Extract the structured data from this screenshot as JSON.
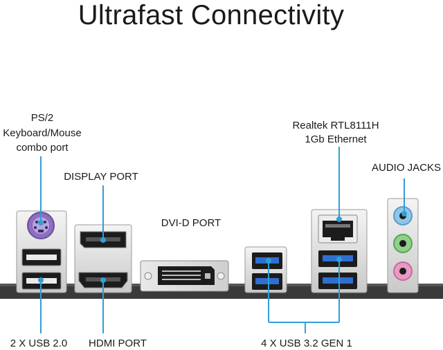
{
  "title": "Ultrafast Connectivity",
  "labels": {
    "ps2_line1": "PS/2",
    "ps2_line2": "Keyboard/Mouse",
    "ps2_line3": "combo port",
    "display_port": "DISPLAY PORT",
    "dvi_d_port": "DVI-D PORT",
    "ethernet_line1": "Realtek RTL8111H",
    "ethernet_line2": "1Gb Ethernet",
    "audio_jacks": "AUDIO JACKS",
    "usb20": "2 X USB 2.0",
    "hdmi_port": "HDMI PORT",
    "usb32": "4 X USB 3.2 GEN 1"
  },
  "colors": {
    "callout_line": "#2f9fd6",
    "ps2_port": "#9b79c9",
    "usb3_blue": "#2f6fd0",
    "audio_blue": "#8fc6e8",
    "audio_green": "#8fd08a",
    "audio_pink": "#e99ac4",
    "metal": "#d9d9d9",
    "dark_port": "#1c1c1c"
  },
  "icons": [
    "ps2-port-icon",
    "usb-port-icon",
    "displayport-icon",
    "hdmi-port-icon",
    "dvi-port-icon",
    "ethernet-port-icon",
    "audio-jack-icon"
  ]
}
